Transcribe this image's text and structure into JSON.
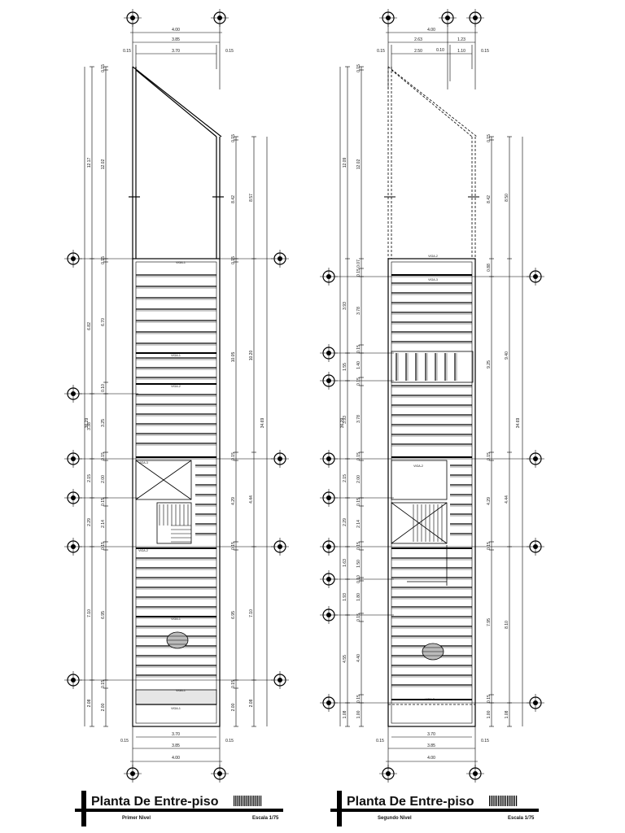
{
  "plans": [
    {
      "title": "Planta De Entre-piso",
      "subtitle": "Primer Nivel",
      "scale": "Escala 1/75",
      "top_dims": {
        "overall": "4.00",
        "inner": "3.85",
        "clear": "3.70",
        "wall_l": "0.15",
        "wall_r": "0.15",
        "split_a": "",
        "split_b": "",
        "split_c": "",
        "split_d": "",
        "split_e": ""
      },
      "bottom_dims": {
        "clear": "3.70",
        "inner": "3.85",
        "overall": "4.00",
        "wall_l": "0.15",
        "wall_r": "0.15"
      },
      "left_dims_outer": [
        "12.17",
        "6.82",
        "3.38",
        "2.15",
        "2.29",
        "7.10",
        "2.08"
      ],
      "left_total": "36.29",
      "left_dims_inner": [
        "0.15",
        "12.02",
        "0.15",
        "6.70",
        "0.10",
        "3.25",
        "0.15",
        "2.00",
        "0.15",
        "2.14",
        "0.15",
        "6.95",
        "0.15",
        "2.00"
      ],
      "right_dims_inner": [
        "0.15",
        "8.42",
        "0.15",
        "10.05",
        "0.15",
        "4.29",
        "0.15",
        "6.95",
        "0.15",
        "2.00"
      ],
      "right_dims_outer": [
        "8.57",
        "10.20",
        "4.44",
        "7.10",
        "2.08"
      ],
      "right_total": "34.69",
      "beam_labels": [
        "VIGA-1",
        "VIGA-1",
        "VIGA-2",
        "VIGA-3",
        "VIGA-2",
        "VIGA-1",
        "VIGA-1",
        "VIGA-1"
      ]
    },
    {
      "title": "Planta De Entre-piso",
      "subtitle": "Segundo Nivel",
      "scale": "Escala 1/75",
      "top_dims": {
        "overall": "4.00",
        "inner": "",
        "clear": "",
        "wall_l": "0.15",
        "wall_r": "0.15",
        "split_a": "2.63",
        "split_b": "1.23",
        "split_c": "2.50",
        "split_d": "0.10",
        "split_e": "1.10"
      },
      "bottom_dims": {
        "clear": "3.70",
        "inner": "3.85",
        "overall": "4.00",
        "wall_l": "0.15",
        "wall_r": "0.15"
      },
      "left_dims_outer": [
        "12.09",
        "3.93",
        "1.55",
        "3.93",
        "2.15",
        "2.29",
        "1.63",
        "1.93",
        "4.55",
        "1.08"
      ],
      "left_total": "36.29",
      "left_dims_inner": [
        "0.15",
        "12.02",
        "0.07",
        "0.15",
        "3.78",
        "0.15",
        "1.40",
        "0.15",
        "3.78",
        "0.15",
        "2.00",
        "0.15",
        "2.14",
        "0.15",
        "1.50",
        "0.10",
        "1.80",
        "0.15",
        "4.40",
        "0.15",
        "1.00"
      ],
      "right_dims_inner": [
        "0.15",
        "8.42",
        "0.88",
        "9.25",
        "0.15",
        "4.29",
        "0.15",
        "7.95",
        "0.15",
        "1.00"
      ],
      "right_dims_outer": [
        "8.50",
        "9.40",
        "4.44",
        "8.10",
        "1.08"
      ],
      "right_total": "34.69",
      "beam_labels": [
        "VIGA-2",
        "VIGA-3",
        "VIGA-2",
        "VIGA-2"
      ]
    }
  ]
}
